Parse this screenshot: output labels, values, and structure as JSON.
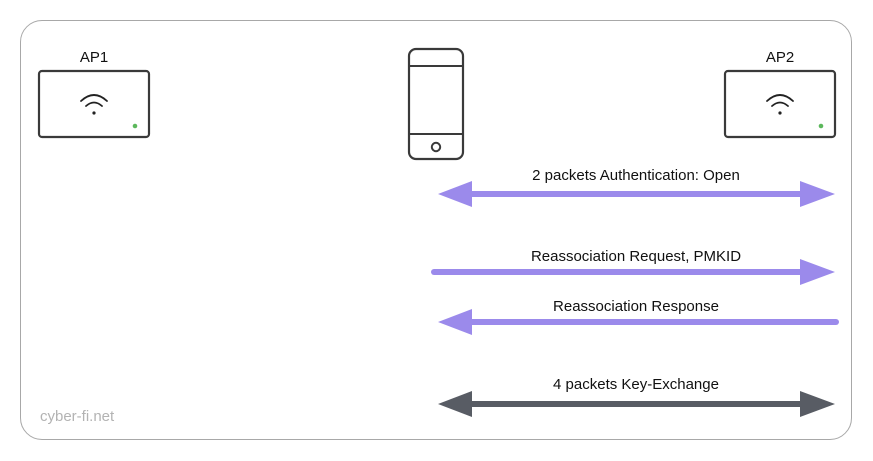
{
  "access_points": [
    {
      "label": "AP1"
    },
    {
      "label": "AP2"
    }
  ],
  "client_device": {
    "icon": "smartphone-icon"
  },
  "ap_icon": "wifi-icon",
  "messages": [
    {
      "label": "2 packets Authentication: Open",
      "direction": "both",
      "color": "#9b8aeb"
    },
    {
      "label": "Reassociation Request, PMKID",
      "direction": "to-ap2",
      "color": "#9b8aeb"
    },
    {
      "label": "Reassociation Response",
      "direction": "to-client",
      "color": "#9b8aeb"
    },
    {
      "label": "4 packets Key-Exchange",
      "direction": "both",
      "color": "#585c64"
    }
  ],
  "colors": {
    "frame_border": "#a8a8a8",
    "device_stroke": "#3a3a3a",
    "ap_status_led": "#5cb85c",
    "watermark": "#b3b3b3"
  },
  "watermark": "cyber-fi.net"
}
